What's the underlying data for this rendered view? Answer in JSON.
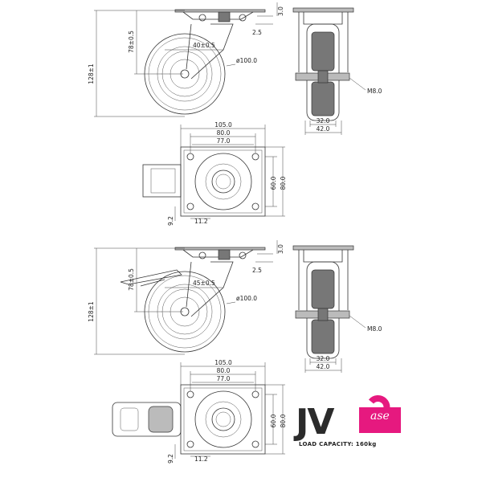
{
  "drawing_top": {
    "side_view": {
      "height": "128±1",
      "axle_height": "78±0.5",
      "offset": "40±0.5",
      "wheel_diameter": "ø100.0",
      "plate_thickness": "3.0",
      "gap": "2.5"
    },
    "front_view": {
      "bolt": "M8.0",
      "tread_width": "32.0",
      "hub_width": "42.0"
    },
    "plate_view": {
      "width": "105.0",
      "hole_spacing_x": "80.0",
      "inner_x": "77.0",
      "hole_spacing_y": "60.0",
      "depth": "80.0",
      "hole_offset": "9.2",
      "hole_diameter": "11.2"
    }
  },
  "drawing_bottom": {
    "side_view": {
      "height": "128±1",
      "axle_height": "78±0.5",
      "offset": "45±0.5",
      "wheel_diameter": "ø100.0",
      "plate_thickness": "3.0",
      "gap": "2.5"
    },
    "front_view": {
      "bolt": "M8.0",
      "tread_width": "32.0",
      "hub_width": "42.0"
    },
    "plate_view": {
      "width": "105.0",
      "hole_spacing_x": "80.0",
      "inner_x": "77.0",
      "hole_spacing_y": "60.0",
      "depth": "80.0",
      "hole_offset": "9.2",
      "hole_diameter": "11.2"
    }
  },
  "logo": {
    "text_main": "JV",
    "text_box_letter": "C",
    "text_box": "ase",
    "brand_color": "#e6197f",
    "dark_color": "#2b2b2b"
  },
  "load_capacity": "LOAD CAPACITY: 160kg"
}
